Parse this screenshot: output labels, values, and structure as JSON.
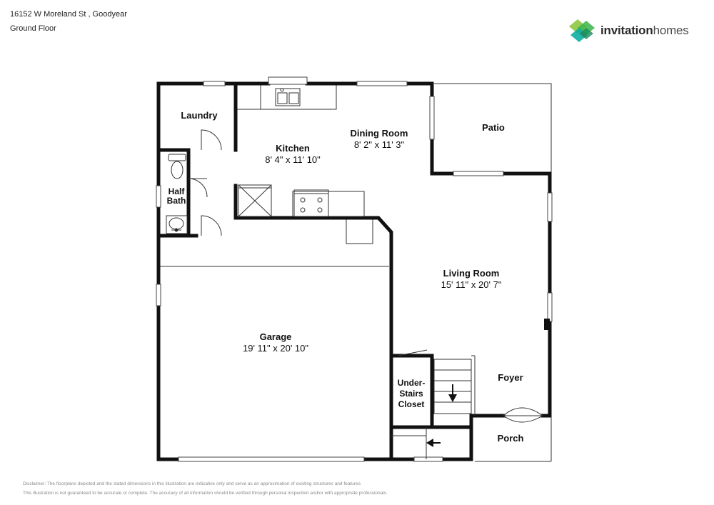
{
  "header": {
    "address": "16152 W Moreland St , Goodyear",
    "floor": "Ground Floor"
  },
  "brand": {
    "name_bold": "invitation",
    "name_light": "homes",
    "colors": [
      "#8dc63f",
      "#39b54a",
      "#00a99d",
      "#1b8a5a"
    ]
  },
  "rooms": {
    "laundry": {
      "name": "Laundry"
    },
    "kitchen": {
      "name": "Kitchen",
      "dims": "8' 4\" x 11' 10\""
    },
    "dining": {
      "name": "Dining Room",
      "dims": "8' 2\" x 11' 3\""
    },
    "patio": {
      "name": "Patio"
    },
    "half_bath": {
      "name_line1": "Half",
      "name_line2": "Bath"
    },
    "living": {
      "name": "Living Room",
      "dims": "15' 11\" x 20' 7\""
    },
    "garage": {
      "name": "Garage",
      "dims": "19' 11\" x 20' 10\""
    },
    "closet": {
      "name_line1": "Under-",
      "name_line2": "Stairs",
      "name_line3": "Closet"
    },
    "foyer": {
      "name": "Foyer"
    },
    "porch": {
      "name": "Porch"
    }
  },
  "disclaimer": {
    "line1": "Disclaimer: The floorplans depicted and the stated dimensions in this illustration are indicative only and serve as an approximation of existing structures and features.",
    "line2": "This illustration is not guaranteed to be accurate or complete. The accuracy of all information should be verified through personal inspection and/or with appropriate professionals."
  }
}
